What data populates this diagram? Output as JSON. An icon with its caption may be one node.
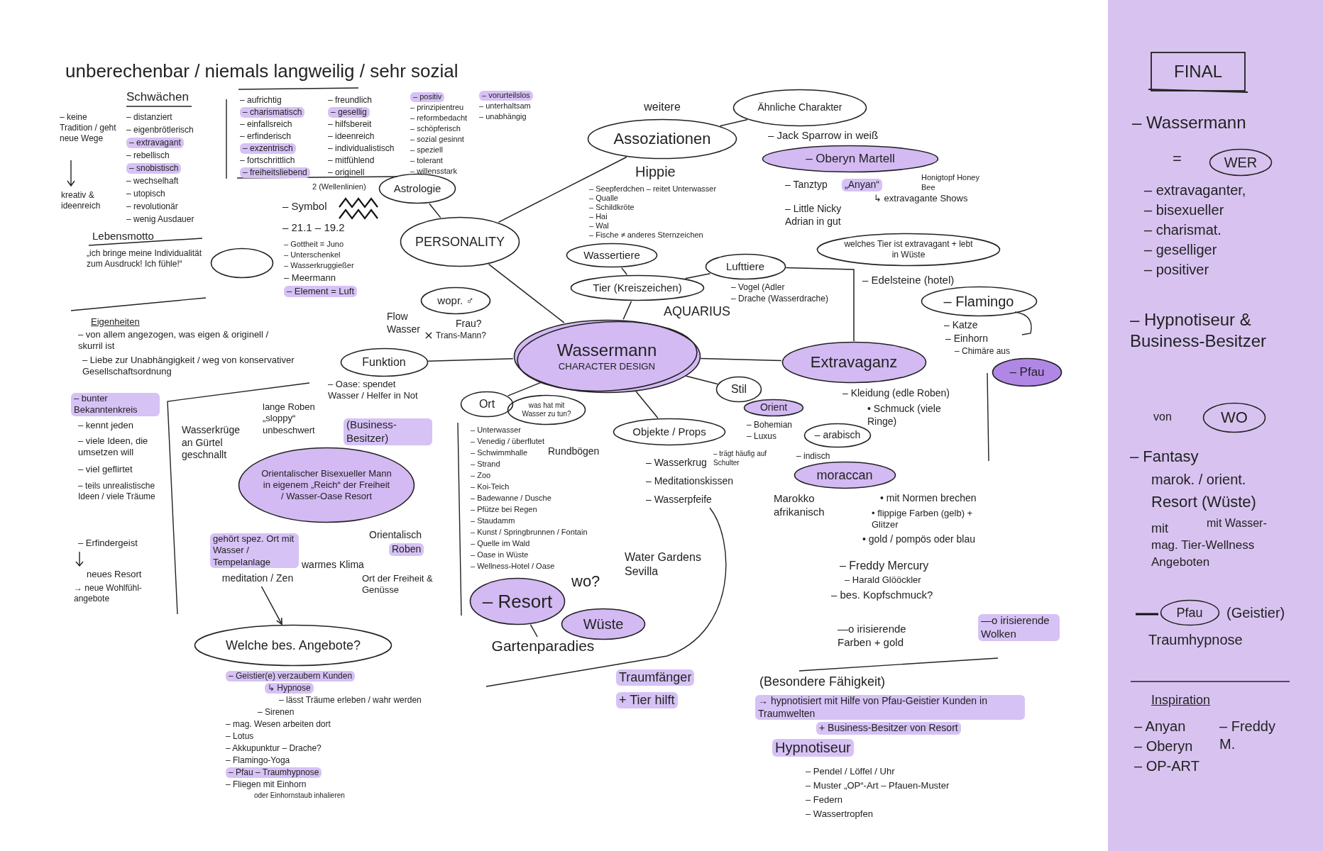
{
  "diagram": {
    "nodes": [
      {
        "text": [
          "Ähnliche Charakter"
        ]
      },
      {
        "text": [
          "weitere",
          "Assoziationen"
        ]
      },
      {
        "text": [
          "– Oberyn Martell"
        ]
      },
      {
        "text": [
          "Astrologie"
        ]
      },
      {
        "text": [
          "PERSONALITY"
        ]
      },
      {
        "text": [
          "Wassertiere"
        ]
      },
      {
        "text": [
          "welches Tier ist extravagant + lebt in Wüste"
        ]
      },
      {
        "text": [],
        "shape": "ellipse"
      },
      {
        "text": [
          "Lufttiere"
        ]
      },
      {
        "text": [
          "Tier (Kreiszeichen)"
        ]
      },
      {
        "text": [
          "– Flamingo"
        ]
      },
      {
        "text": [
          "wopr. ♂"
        ]
      },
      {
        "text": [
          "Wassermann",
          "CHARACTER DESIGN"
        ]
      },
      {
        "text": [
          "Funktion"
        ]
      },
      {
        "text": [
          "Extravaganz"
        ]
      },
      {
        "text": [
          "– Pfau"
        ]
      },
      {
        "text": [
          "Stil"
        ]
      },
      {
        "text": [
          "Orient"
        ]
      },
      {
        "text": [
          "Ort"
        ]
      },
      {
        "text": [
          "was hat mit Wasser zu tun?"
        ]
      },
      {
        "text": [
          "Objekte / Props"
        ]
      },
      {
        "text": [
          "– arabisch"
        ]
      },
      {
        "text": [
          "moraccan"
        ]
      },
      {
        "text": [
          "Orientalischer Bisexueller Mann in eigenem „Reich“ der Freiheit / Wasser-Oase Resort"
        ]
      },
      {
        "text": [
          "– Resort"
        ]
      },
      {
        "text": [
          "Wüste"
        ]
      },
      {
        "text": [
          "Gartenparadies"
        ]
      },
      {
        "text": [
          "Welche bes. Angebote?"
        ]
      },
      {
        "text": [
          "FINAL"
        ]
      },
      {
        "text": [
          "WER"
        ]
      },
      {
        "text": [
          "WO"
        ]
      },
      {
        "text": [
          "Pfau"
        ]
      },
      {
        "text": [
          "meditation / Zen"
        ]
      }
    ],
    "edges": [
      {
        "from": 12,
        "to": 4,
        "arrow": "none"
      },
      {
        "from": 4,
        "to": 3,
        "arrow": "none"
      },
      {
        "from": 4,
        "to": 1,
        "arrow": "none"
      },
      {
        "from": 1,
        "to": 0,
        "arrow": "none"
      },
      {
        "from": 12,
        "to": 9,
        "arrow": "none"
      },
      {
        "from": 5,
        "to": 9,
        "arrow": "none"
      },
      {
        "from": 9,
        "to": 8,
        "arrow": "none"
      },
      {
        "from": 12,
        "to": 14,
        "arrow": "none"
      },
      {
        "from": 14,
        "to": 8,
        "arrow": "none"
      },
      {
        "from": 12,
        "to": 13,
        "arrow": "none"
      },
      {
        "from": 12,
        "to": 16,
        "arrow": "none"
      },
      {
        "from": 12,
        "to": 20,
        "arrow": "none"
      },
      {
        "from": 12,
        "to": 18,
        "arrow": "none"
      },
      {
        "from": 24,
        "to": 26,
        "arrow": "none"
      },
      {
        "from": 32,
        "to": 27,
        "arrow": "to"
      }
    ],
    "labels": [
      "unberechenbar / niemals langweilig / sehr sozial",
      "– keine Tradition / geht neue Wege",
      "kreativ & ideenreich",
      "Schwächen",
      "– distanziert",
      "– eigenbrötlerisch",
      "– extravagant",
      "– rebellisch",
      "– snobistisch",
      "– wechselhaft",
      "– utopisch",
      "– revolutionär",
      "– wenig Ausdauer",
      "– aufrichtig",
      "– charismatisch",
      "– einfallsreich",
      "– erfinderisch",
      "– exzentrisch",
      "– fortschrittlich",
      "– freiheitsliebend",
      "– freundlich",
      "– gesellig",
      "– hilfsbereit",
      "– ideenreich",
      "– individualistisch",
      "– mitfühlend",
      "– originell",
      "– positiv",
      "– prinzipientreu",
      "– reformbedacht",
      "– schöpferisch",
      "– sozial gesinnt",
      "– speziell",
      "– tolerant",
      "– willensstark",
      "– vorurteilslos",
      "– unterhaltsam",
      "– unabhängig",
      "2 (Wellenlinien)",
      "– Symbol",
      "– 21.1 – 19.2",
      "– Gottheit = Juno",
      "– Unterschenkel",
      "– Wasserkruggießer",
      "– Meermann",
      "– Element = Luft",
      "Lebensmotto",
      "„ich bringe meine Individualität zum Ausdruck! Ich fühle!“",
      "Eigenheiten",
      "– von allem angezogen, was eigen & originell / skurril ist",
      "– Liebe zur Unabhängigkeit / weg von konservativer Gesellschaftsordnung",
      "– bunter Bekanntenkreis",
      "– kennt jeden",
      "– viele Ideen, die umsetzen will",
      "– viel geflirtet",
      "– teils unrealistische Ideen / viele Träume",
      "– Erfindergeist",
      "neues Resort",
      "→ neue Wohlfühl-angebote",
      "– Oase: spendet Wasser / Helfer in Not",
      "lange Roben „sloppy“ unbeschwert",
      "(Business-Besitzer)",
      "Wasserkrüge an Gürtel geschnallt",
      "Orientalisch",
      "Roben",
      "warmes Klima",
      "Ort der Freiheit & Genüsse",
      "gehört spez. Ort mit Wasser / Tempelanlage",
      "– Geistier(e) verzaubern Kunden",
      "↳ Hypnose",
      "– lässt Träume erleben / wahr werden",
      "– Sirenen",
      "– mag. Wesen arbeiten dort",
      "– Lotus",
      "– Akkupunktur – Drache?",
      "– Flamingo-Yoga",
      "– Pfau – Traumhypnose",
      "– Fliegen mit Einhorn",
      "oder Einhornstaub inhalieren",
      "– Unterwasser",
      "– Venedig / überflutet",
      "– Schwimmhalle",
      "– Strand",
      "– Zoo",
      "– Koi-Teich",
      "– Badewanne / Dusche",
      "– Pfütze bei Regen",
      "– Staudamm",
      "– Kunst / Springbrunnen / Fontain",
      "– Quelle im Wald",
      "– Oase in Wüste",
      "– Wellness-Hotel / Oase",
      "Rundbögen",
      "wo?",
      "Water Gardens Sevilla",
      "Traumfänger",
      "+ Tier hilft",
      "– Wasserkrug",
      "– trägt häufig auf Schulter",
      "– Meditationskissen",
      "– Wasserpfeife",
      "– Bohemian",
      "– Luxus",
      "– indisch",
      "Marokko afrikanisch",
      "• mit Normen brechen",
      "• flippige Farben (gelb) + Glitzer",
      "• gold / pompös oder blau",
      "– Freddy Mercury",
      "– Harald Glööckler",
      "– bes. Kopfschmuck?",
      "—o irisierende Farben + gold",
      "—o irisierende Wolken",
      "(Besondere Fähigkeit)",
      "→ hypnotisiert mit Hilfe von Pfau-Geistier Kunden in Traumwelten",
      "+ Business-Besitzer von Resort",
      "Hypnotiseur",
      "– Pendel / Löffel / Uhr",
      "– Muster „OP“-Art – Pfauen-Muster",
      "– Federn",
      "– Wassertropfen",
      "– Vogel (Adler",
      "– Drache (Wasserdrache)",
      "– Edelsteine (hotel)",
      "– Katze",
      "– Einhorn",
      "– Chimäre aus",
      "– Kleidung (edle Roben)",
      "• Schmuck (viele Ringe)",
      "Hippie",
      "– Jack Sparrow in weiß",
      "– Tanztyp",
      "„Anyan“",
      "Honigtopf Honey Bee",
      "↳ extravagante Shows",
      "– Little Nicky Adrian in gut",
      "– Seepferdchen – reitet Unterwasser",
      "– Qualle",
      "– Schildkröte",
      "– Hai",
      "– Wal",
      "– Fische ≠ anderes Sternzeichen",
      "AQUARIUS",
      "Flow Wasser",
      "Frau?",
      "Trans-Mann?",
      "– Wassermann",
      "=",
      "– extravaganter,",
      "– bisexueller",
      "– charismat.",
      "– geselliger",
      "– positiver",
      "– Hypnotiseur & Business-Besitzer",
      "von",
      "– Fantasy",
      "marok. / orient.",
      "Resort (Wüste)",
      "mit",
      "mit Wasser-",
      "mag. Tier-Wellness",
      "Angeboten",
      "(Geistier)",
      "Traumhypnose",
      "Inspiration",
      "– Anyan",
      "– Oberyn",
      "– OP-ART",
      "– Freddy M."
    ]
  }
}
